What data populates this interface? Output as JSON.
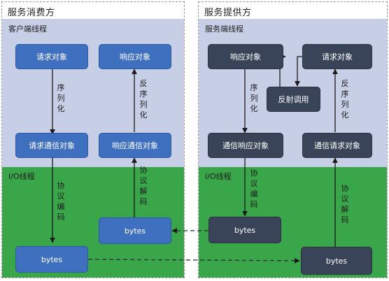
{
  "consumer": {
    "title": "服务消费方",
    "biz_label": "客户端线程",
    "io_label": "I/O线程",
    "request_object": "请求对象",
    "response_object": "响应对象",
    "request_comm_object": "请求通信对象",
    "response_comm_object": "响应通信对象",
    "serialize_label": "序列化",
    "deserialize_label": "反序列化",
    "encode_label": "协议编码",
    "decode_label": "协议解码",
    "bytes_out": "bytes",
    "bytes_in": "bytes"
  },
  "provider": {
    "title": "服务提供方",
    "biz_label": "服务端线程",
    "io_label": "I/O线程",
    "response_object": "响应对象",
    "request_object": "请求对象",
    "reflect_call": "反射调用",
    "comm_response_object": "通信响应对象",
    "comm_request_object": "通信请求对象",
    "serialize_label": "序列化",
    "deserialize_label": "反序列化",
    "encode_label": "协议编码",
    "decode_label": "协议解码",
    "bytes_out": "bytes",
    "bytes_in": "bytes"
  },
  "colors": {
    "biz_zone": "#c7cfe6",
    "io_zone": "#3aa64a",
    "consumer_box": "#3f6fbf",
    "provider_box": "#3a4458"
  }
}
